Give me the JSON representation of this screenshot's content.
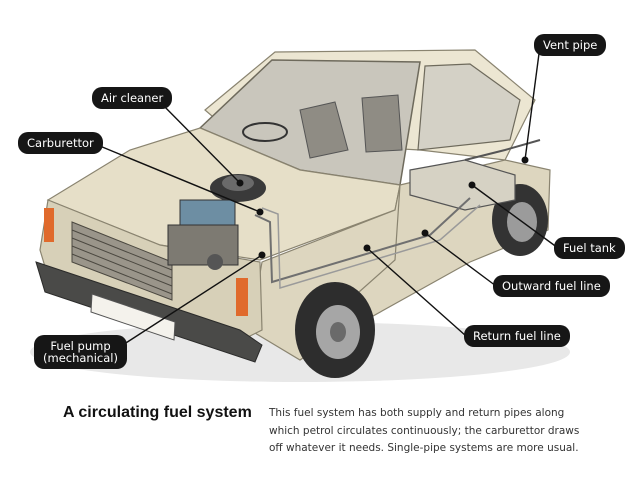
{
  "labels": {
    "vent_pipe": "Vent pipe",
    "air_cleaner": "Air cleaner",
    "carburettor": "Carburettor",
    "fuel_tank": "Fuel tank",
    "outward_fuel_line": "Outward fuel line",
    "return_fuel_line": "Return fuel line",
    "fuel_pump_line1": "Fuel pump",
    "fuel_pump_line2": "(mechanical)"
  },
  "caption": {
    "title": "A circulating fuel system",
    "body": "This fuel system has both supply and return pipes along which petrol circulates continuously; the carburettor draws off whatever it needs. Single-pipe systems are more usual."
  },
  "colors": {
    "body_paint": "#e6dfc8",
    "shadow": "#b9b29c",
    "label_bg": "#161616",
    "indicator": "#e06a2c"
  }
}
